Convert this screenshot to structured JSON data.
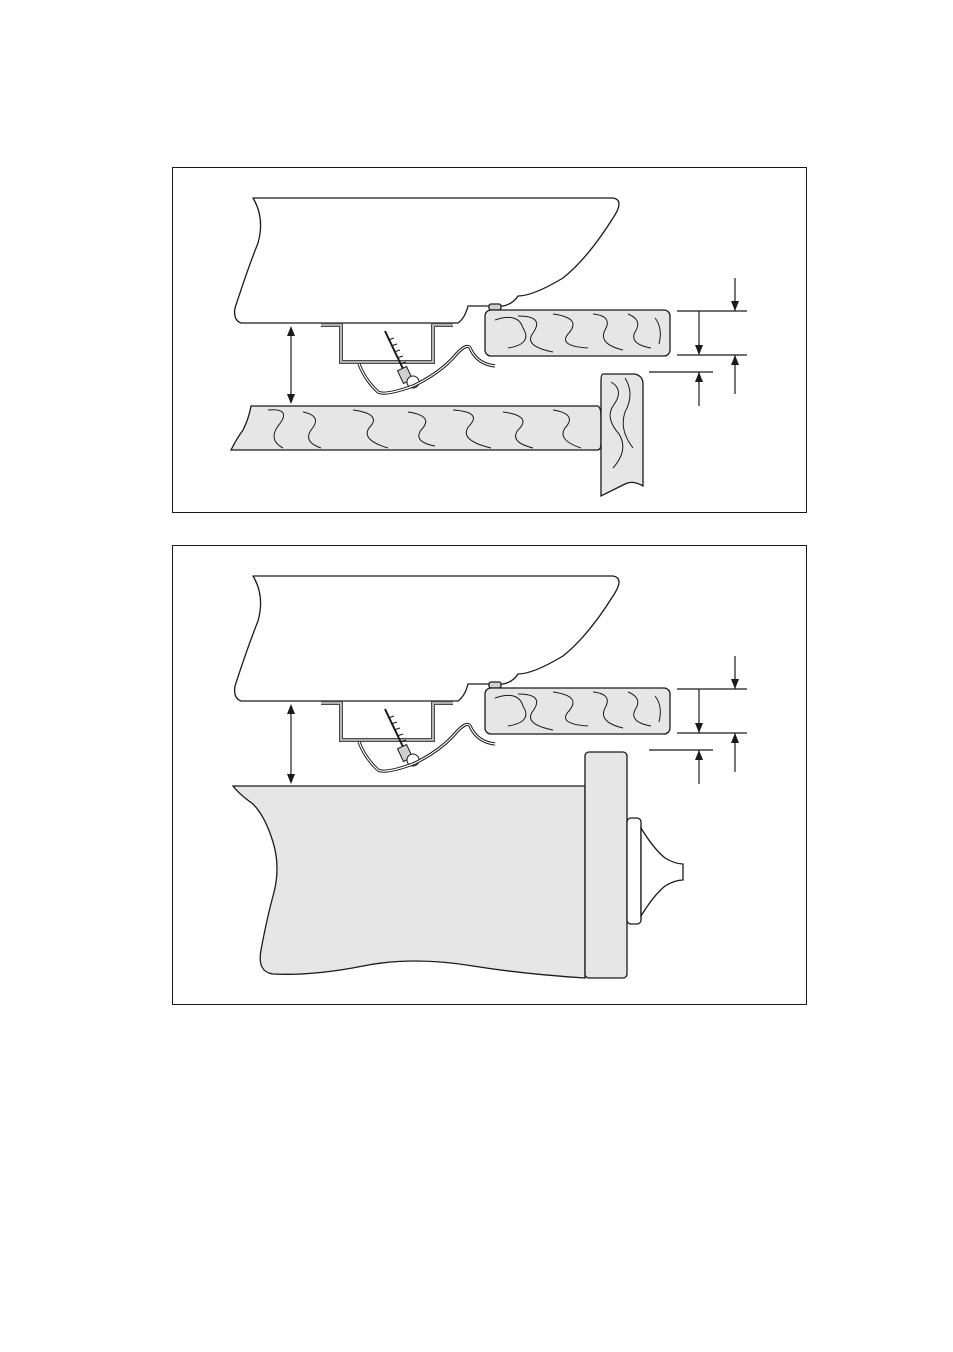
{
  "figure": {
    "panels": [
      {
        "id": "top",
        "base": "wooden-worktop-with-edge-strip"
      },
      {
        "id": "bottom",
        "base": "cabinet-with-door-and-knob"
      }
    ]
  },
  "colors": {
    "line": "#1a1a1a",
    "fill_light": "#e6e6e6",
    "bracket": "#4a4a4a",
    "background": "#ffffff"
  },
  "icons": [
    "sink-basin",
    "mounting-bracket",
    "screw",
    "spring-clip",
    "wood-panel",
    "dimension-arrow",
    "door-knob"
  ]
}
